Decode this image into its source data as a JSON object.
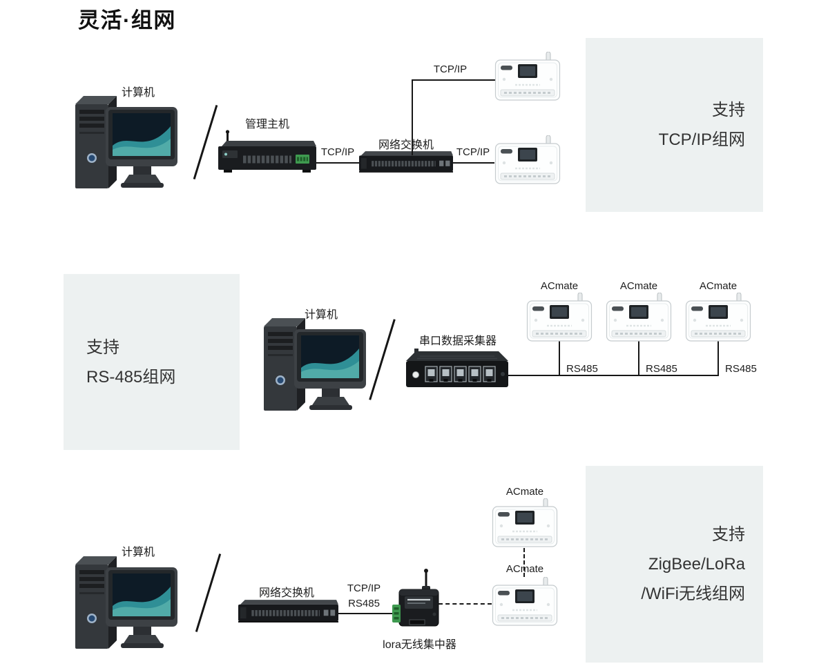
{
  "title": "灵活·组网",
  "panels": {
    "tcpip": {
      "line1": "支持",
      "line2": "TCP/IP组网"
    },
    "rs485": {
      "line1": "支持",
      "line2": "RS-485组网"
    },
    "wireless": {
      "line1": "支持",
      "line2": "ZigBee/LoRa",
      "line3": "/WiFi无线组网"
    }
  },
  "section_tcpip": {
    "computer_label": "计算机",
    "host_label": "管理主机",
    "switch_label": "网络交换机",
    "link_host_switch": "TCP/IP",
    "link_switch_top": "TCP/IP",
    "link_switch_bottom": "TCP/IP"
  },
  "section_rs485": {
    "computer_label": "计算机",
    "collector_label": "串口数据采集器",
    "devices": [
      {
        "label": "ACmate",
        "link": "RS485"
      },
      {
        "label": "ACmate",
        "link": "RS485"
      },
      {
        "label": "ACmate",
        "link": "RS485"
      }
    ]
  },
  "section_wireless": {
    "computer_label": "计算机",
    "switch_label": "网络交换机",
    "link_line1": "TCP/IP",
    "link_line2": "RS485",
    "lora_label": "lora无线集中器",
    "device_top_label": "ACmate",
    "device_bottom_label": "ACmate"
  },
  "colors": {
    "panel_bg": "#edf1f1",
    "line": "#161616",
    "screen_accent": "#2f8f96",
    "terminal_green": "#3f9a50"
  },
  "icons": {
    "computer": "computer-icon",
    "switch": "network-switch-icon",
    "host": "management-host-icon",
    "acmate": "acmate-device-icon",
    "collector": "serial-collector-icon",
    "lora": "lora-concentrator-icon"
  }
}
